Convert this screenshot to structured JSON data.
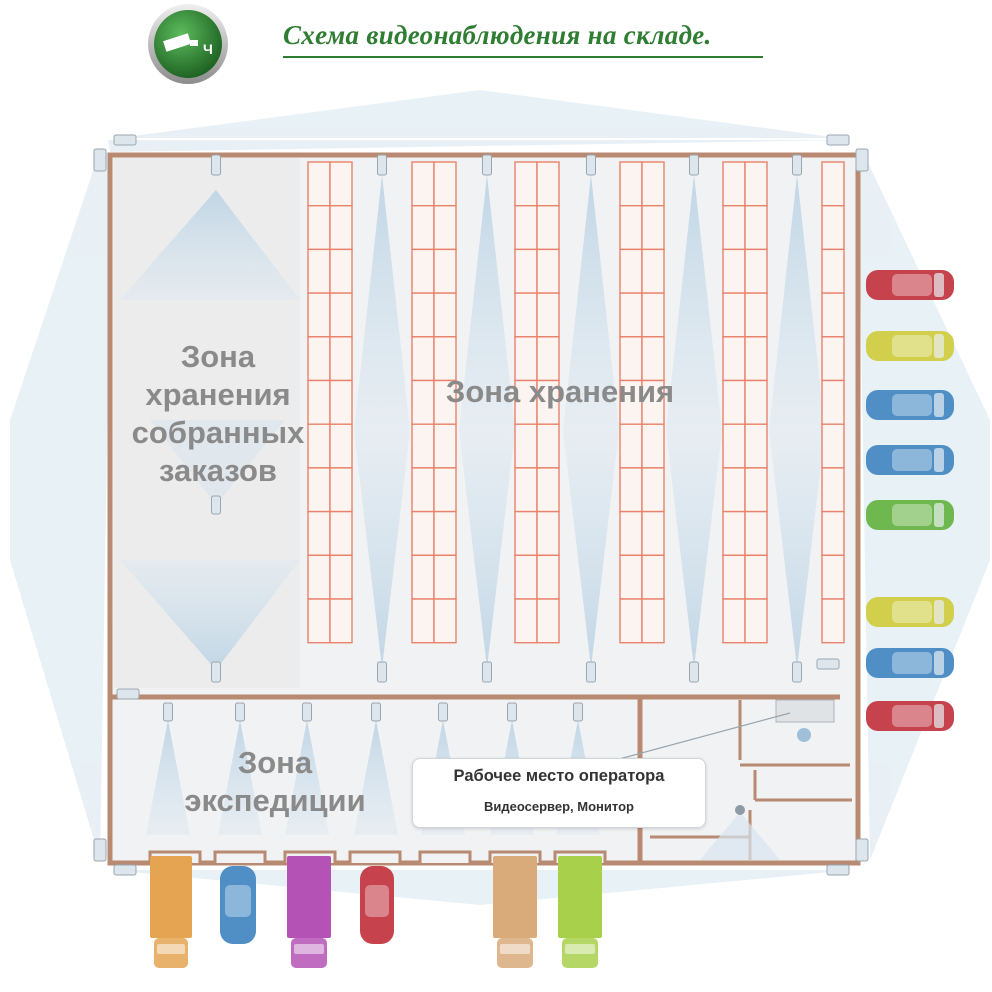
{
  "header": {
    "title": "Схема видеонаблюдения на складе.",
    "logo_icon": "cctv-camera-icon",
    "logo_glyph": "Ч"
  },
  "zones": {
    "orders_storage": [
      "Зона",
      "хранения",
      "собранных",
      "заказов"
    ],
    "storage": "Зона хранения",
    "expedition": [
      "Зона",
      "экспедиции"
    ]
  },
  "operator": {
    "title": "Рабочее место оператора",
    "subtitle": "Видеосервер, Монитор"
  },
  "colors": {
    "title_green": "#2f7d32",
    "wall": "#b88a72",
    "rack": "#e8826a",
    "camera_cone": "#cfe0ec",
    "zone_text": "#8a8a8a"
  },
  "parked_cars_right": [
    "red",
    "yellow",
    "blue",
    "blue",
    "green",
    "yellow",
    "blue",
    "red"
  ],
  "trucks_bottom": [
    "orange",
    "blue-car",
    "purple",
    "red-car",
    "tan",
    "lime"
  ]
}
